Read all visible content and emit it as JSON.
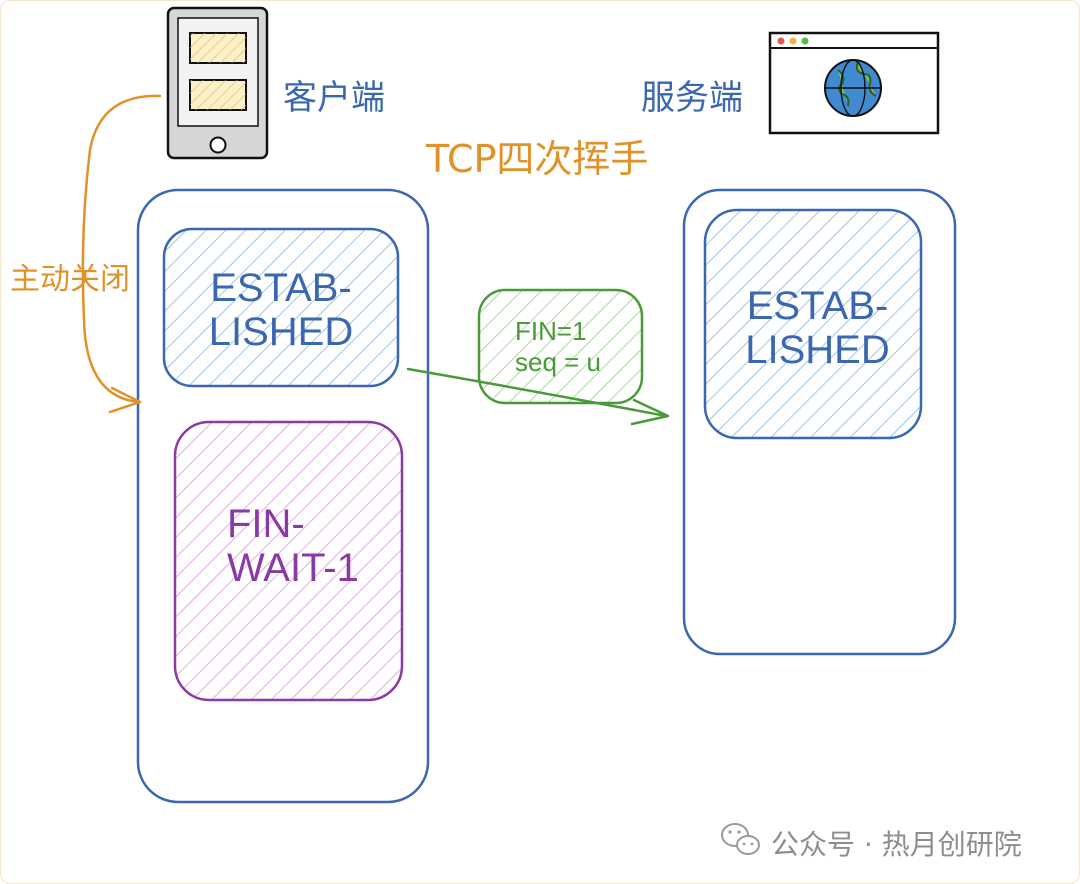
{
  "title": "TCP四次挥手",
  "client": {
    "label": "客户端"
  },
  "server": {
    "label": "服务端"
  },
  "active_close_label": "主动关闭",
  "client_states": [
    {
      "line1": "ESTAB-",
      "line2": "LISHED",
      "color": "#3a67b0"
    },
    {
      "line1": "FIN-",
      "line2": "WAIT-1",
      "color": "#8a3aa3"
    }
  ],
  "server_states": [
    {
      "line1": "ESTAB-",
      "line2": "LISHED",
      "color": "#3a67b0"
    }
  ],
  "message": {
    "line1": "FIN=1",
    "line2": "seq = u",
    "color": "#4a9a3a"
  },
  "watermark": "公众号 · 热月创研院",
  "colors": {
    "blue": "#3a67b0",
    "purple": "#8a3aa3",
    "green": "#4a9a3a",
    "orange": "#e0922a"
  }
}
